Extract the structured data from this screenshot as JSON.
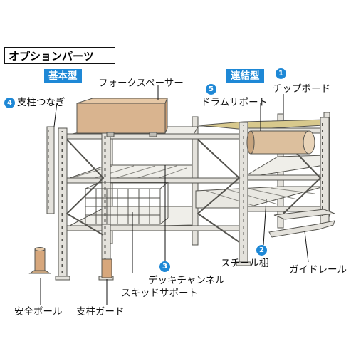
{
  "title": "オプションパーツ",
  "tags": {
    "basic": "基本型",
    "linked": "連結型"
  },
  "labels": {
    "chip_board": {
      "num": "1",
      "text": "チップボード"
    },
    "steel_shelf": {
      "num": "2",
      "text": "スチール棚"
    },
    "deck_channel": {
      "num": "3",
      "text": "デッキチャンネル"
    },
    "post_joint": {
      "num": "4",
      "text": "支柱つなぎ"
    },
    "drum_support": {
      "num": "5",
      "text": "ドラムサポート"
    },
    "fork_spacer": {
      "text": "フォークスペーサー"
    },
    "guide_rail": {
      "text": "ガイドレール"
    },
    "skid_support": {
      "text": "スキッドサポート"
    },
    "safety_pole": {
      "text": "安全ポール"
    },
    "post_guard": {
      "text": "支柱ガード"
    }
  },
  "colors": {
    "accent": "#1e88d6",
    "frame": "#e4e2dc",
    "frame_edge": "#55544f",
    "board": "#d8c98d",
    "box": "#d9b48f",
    "drum": "#dcbf9d",
    "guard": "#d7a77c"
  }
}
